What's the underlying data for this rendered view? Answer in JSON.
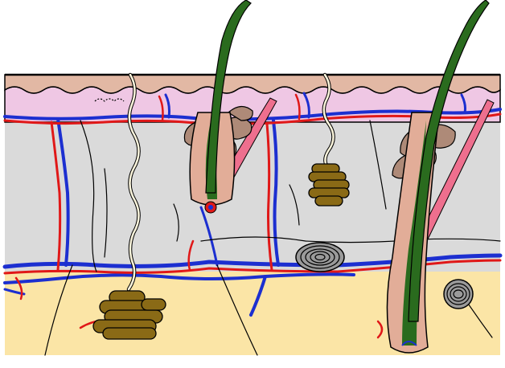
{
  "diagram": {
    "labels": [],
    "colors": {
      "background": "#ffffff",
      "epidermis": "#e2b8a4",
      "papillary_dermis": "#efc7e4",
      "reticular_dermis": "#dadada",
      "hypodermis": "#fbe5a6",
      "artery": "#e01818",
      "vein": "#1c2fd0",
      "gland": "#8a6a16",
      "sebaceous_gland": "#ae8a78",
      "hair_shaft": "#2a6b1e",
      "follicle_sheath": "#e2ad98",
      "erector_muscle": "#ee6f8e",
      "pacinian_corpuscle": "#3a3a3a",
      "outline": "#000000"
    },
    "structures": [
      "epidermis",
      "papillary-dermis",
      "reticular-dermis",
      "hypodermis",
      "hair-follicle",
      "hair-shaft",
      "sebaceous-gland",
      "sweat-gland",
      "sweat-duct",
      "arrector-pili-muscle",
      "artery",
      "vein",
      "nerve-fiber",
      "pacinian-corpuscle"
    ]
  }
}
